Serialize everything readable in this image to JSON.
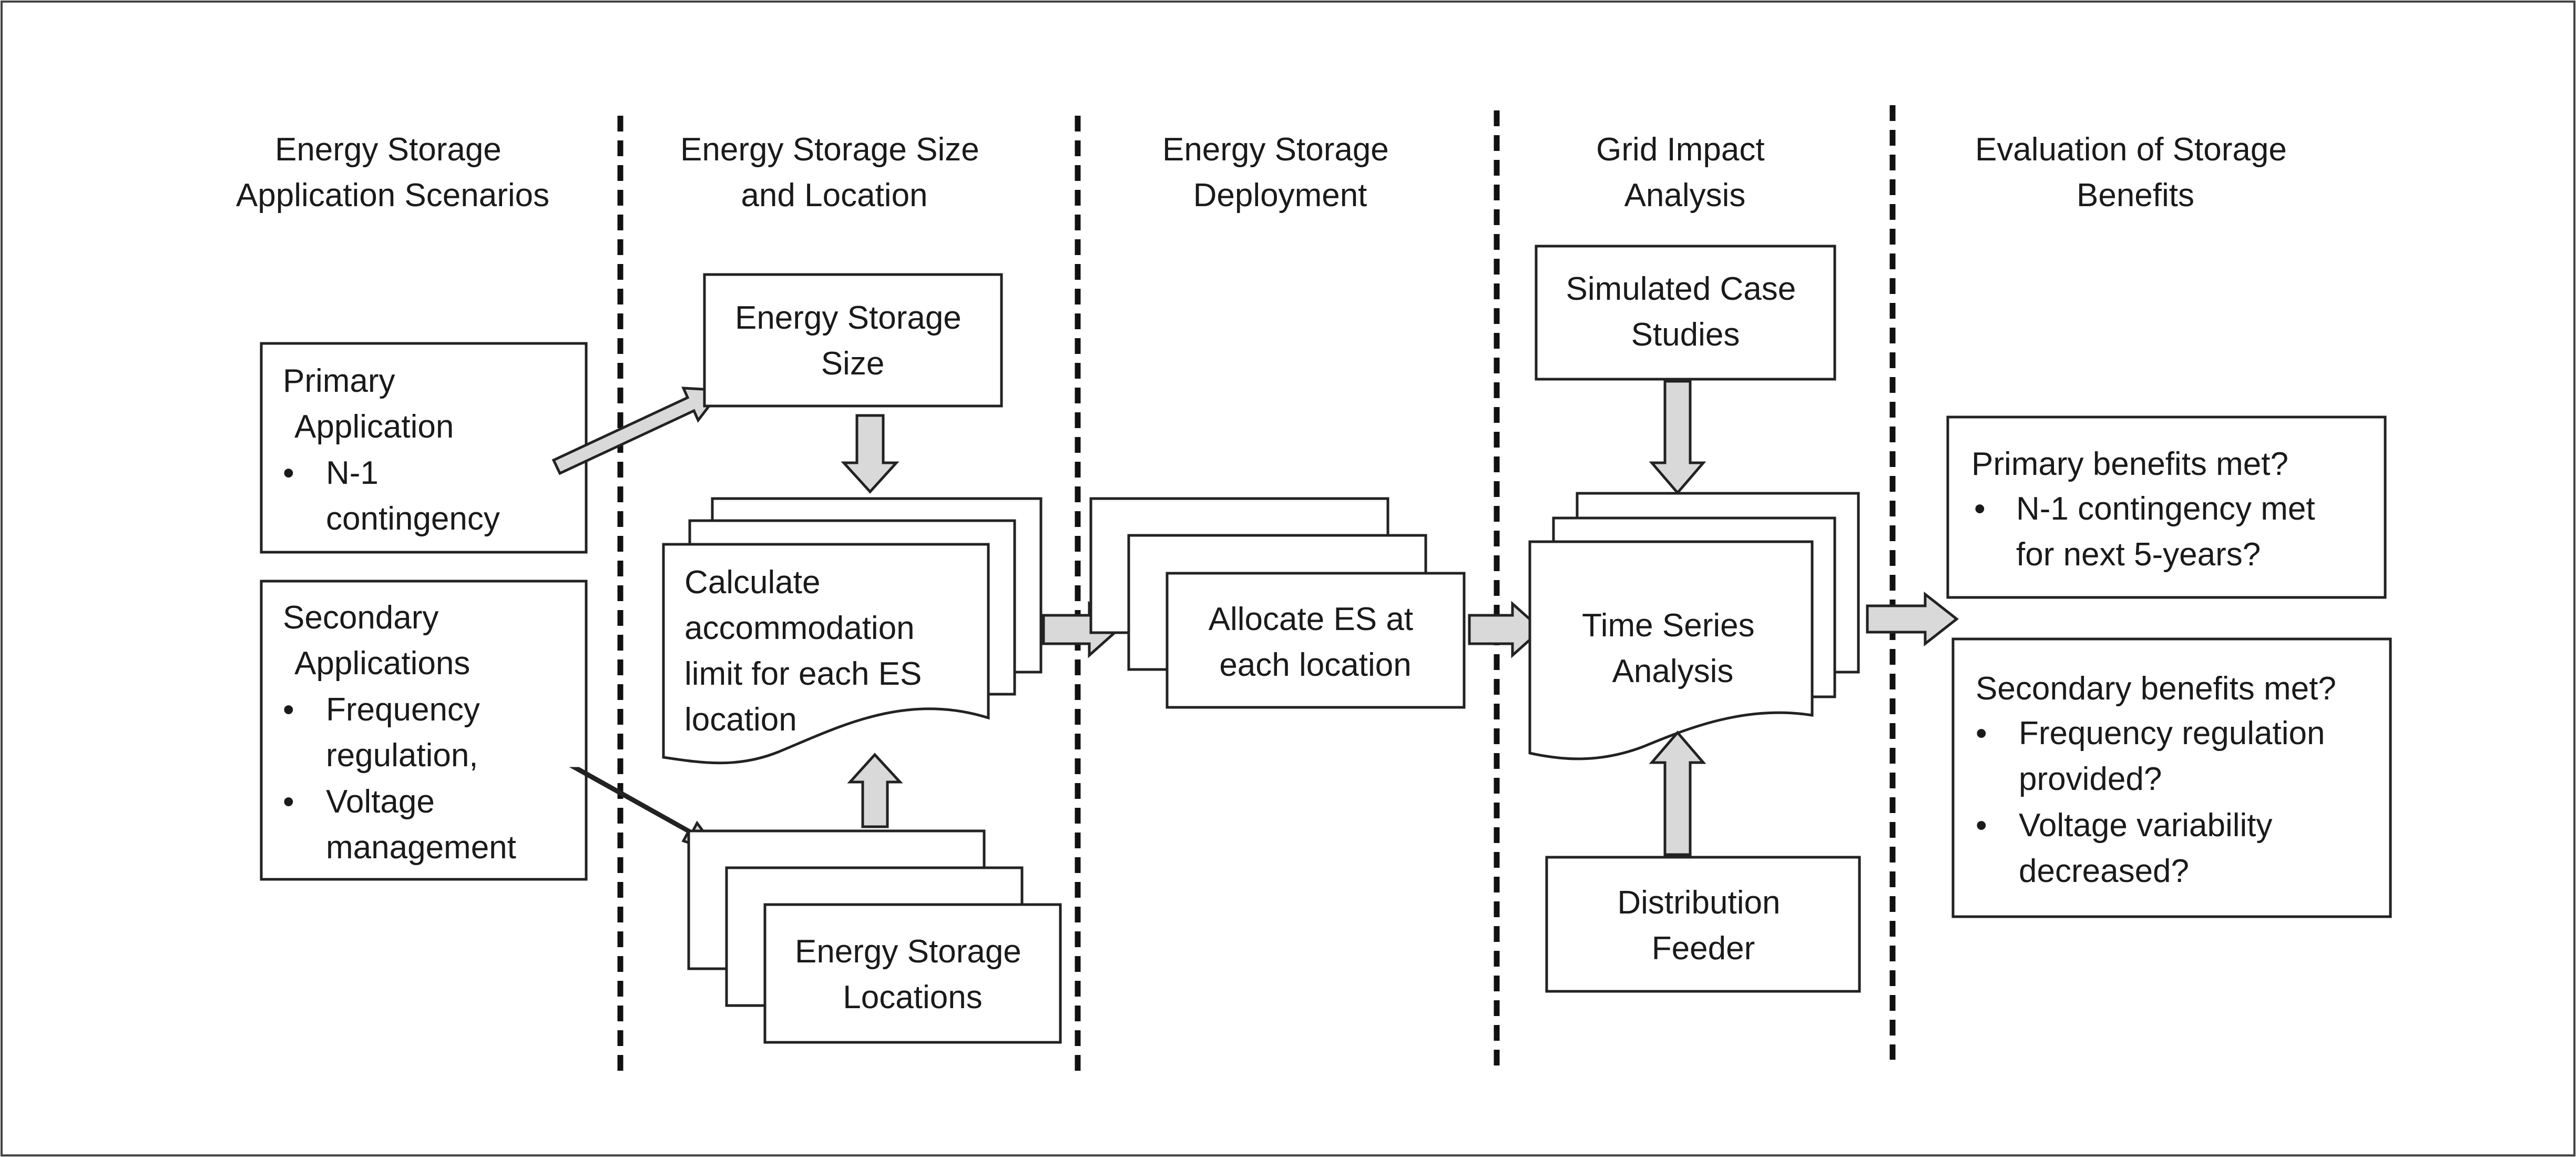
{
  "columns": [
    {
      "header": [
        "Energy Storage",
        "Application Scenarios"
      ]
    },
    {
      "header": [
        "Energy Storage Size",
        "and Location"
      ]
    },
    {
      "header": [
        "Energy Storage",
        "Deployment"
      ]
    },
    {
      "header": [
        "Grid Impact",
        "Analysis"
      ]
    },
    {
      "header": [
        "Evaluation of Storage",
        "Benefits"
      ]
    }
  ],
  "primary_application": {
    "title": [
      "Primary",
      "Application"
    ],
    "bullets": [
      [
        "N-1",
        "contingency"
      ]
    ]
  },
  "secondary_applications": {
    "title": [
      "Secondary",
      "Applications"
    ],
    "bullets": [
      [
        "Frequency",
        "regulation,"
      ],
      [
        "Voltage",
        "management"
      ]
    ]
  },
  "es_size": {
    "lines": [
      "Energy Storage",
      "Size"
    ]
  },
  "calc_limit": {
    "lines": [
      "Calculate",
      "accommodation",
      "limit for each ES",
      "location"
    ]
  },
  "es_locations": {
    "lines": [
      "Energy Storage",
      "Locations"
    ]
  },
  "allocate": {
    "lines": [
      "Allocate ES at",
      "each location"
    ]
  },
  "simulated_cases": {
    "lines": [
      "Simulated Case",
      "Studies"
    ]
  },
  "time_series": {
    "lines": [
      "Time Series",
      "Analysis"
    ]
  },
  "distribution_feeder": {
    "lines": [
      "Distribution",
      "Feeder"
    ]
  },
  "primary_benefits": {
    "title": "Primary benefits met?",
    "bullets": [
      [
        "N-1 contingency met",
        "for next 5-years?"
      ]
    ]
  },
  "secondary_benefits": {
    "title": "Secondary benefits met?",
    "bullets": [
      [
        "Frequency regulation",
        "provided?"
      ],
      [
        "Voltage variability",
        "decreased?"
      ]
    ]
  },
  "bullet_glyph": "•"
}
